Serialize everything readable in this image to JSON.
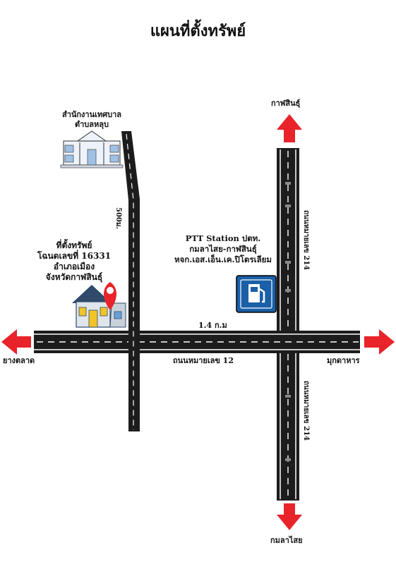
{
  "title": "แผนที่ตั้งทรัพย์",
  "labels": {
    "north_destination": "กาฬสินธุ์",
    "south_destination": "กมลาไสย",
    "west_destination": "ยางตลาด",
    "east_destination": "มุกดาหาร",
    "municipality_line1": "สำนักงานเทศบาล",
    "municipality_line2": "ตำบลหลุบ",
    "side_road_distance": "500ม.",
    "property_line1": "ที่ตั้งทรัพย์",
    "property_line2": "โฉนดเลขที่ 16331",
    "property_line3": "อำเภอเมือง",
    "property_line4": "จังหวัดกาฬสินธุ์",
    "station_line1": "PTT Station ปตท.",
    "station_line2": "กมลาไสย-กาฬสินธุ์",
    "station_line3": "หจก.เอส.เอ็น.เค.ปิโตรเลียม",
    "main_road_distance": "1.4 ก.ม",
    "horizontal_road": "ถนนหมายเลข 12",
    "vertical_road_upper": "ถนนหมายเลข 214",
    "vertical_road_lower": "ถนนหมายเลข 214"
  },
  "icons": {
    "municipality": "government-building-icon",
    "property": "house-with-location-pin-icon",
    "station": "fuel-station-icon",
    "arrows": "red-direction-arrow-icon"
  },
  "colors": {
    "road": "#1c1c1c",
    "road_line": "#ffffff",
    "arrow": "#e8232a",
    "pin": "#e8232a",
    "fuel_sign": "#1a5fa8"
  }
}
